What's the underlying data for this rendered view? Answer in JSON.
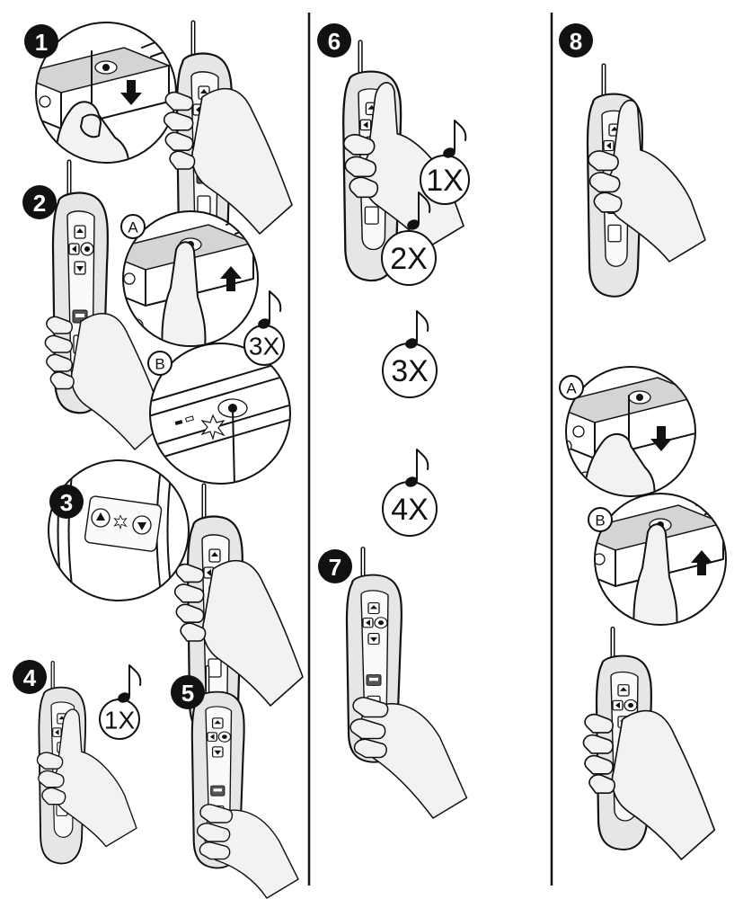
{
  "steps": [
    {
      "number": "1"
    },
    {
      "number": "2",
      "zoom_labels": [
        "A",
        "B"
      ],
      "beep": "3X"
    },
    {
      "number": "3"
    },
    {
      "number": "4",
      "beep": "1X"
    },
    {
      "number": "5"
    },
    {
      "number": "6",
      "beeps": [
        "1X",
        "2X",
        "3X",
        "4X"
      ]
    },
    {
      "number": "7"
    },
    {
      "number": "8",
      "zoom_labels": [
        "A",
        "B"
      ]
    }
  ],
  "icons": [
    "music-note-icon",
    "arrow-down-icon",
    "arrow-up-icon",
    "remote-device-icon",
    "hand-icon",
    "flash-icon"
  ],
  "colors": {
    "ink": "#111111",
    "badge": "#111111",
    "background": "#ffffff"
  }
}
